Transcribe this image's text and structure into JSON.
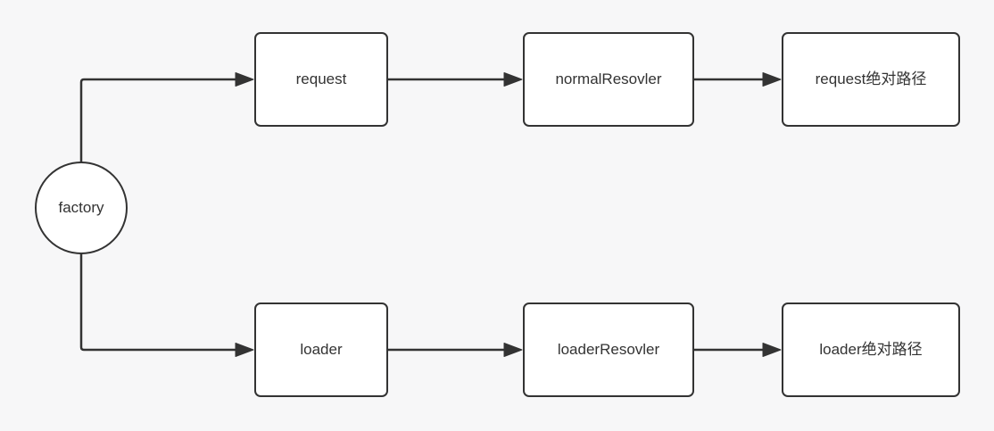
{
  "diagram": {
    "colors": {
      "background": "#f7f7f8",
      "node_fill": "#ffffff",
      "stroke": "#333333",
      "text": "#333333"
    },
    "nodes": {
      "factory": {
        "label": "factory",
        "shape": "circle"
      },
      "request": {
        "label": "request",
        "shape": "rect"
      },
      "normal_resolver": {
        "label": "normalResovler",
        "shape": "rect"
      },
      "request_path": {
        "label": "request绝对路径",
        "shape": "rect"
      },
      "loader": {
        "label": "loader",
        "shape": "rect"
      },
      "loader_resolver": {
        "label": "loaderResovler",
        "shape": "rect"
      },
      "loader_path": {
        "label": "loader绝对路径",
        "shape": "rect"
      }
    },
    "edges": [
      {
        "from": "factory",
        "to": "request"
      },
      {
        "from": "request",
        "to": "normal_resolver"
      },
      {
        "from": "normal_resolver",
        "to": "request_path"
      },
      {
        "from": "factory",
        "to": "loader"
      },
      {
        "from": "loader",
        "to": "loader_resolver"
      },
      {
        "from": "loader_resolver",
        "to": "loader_path"
      }
    ]
  }
}
